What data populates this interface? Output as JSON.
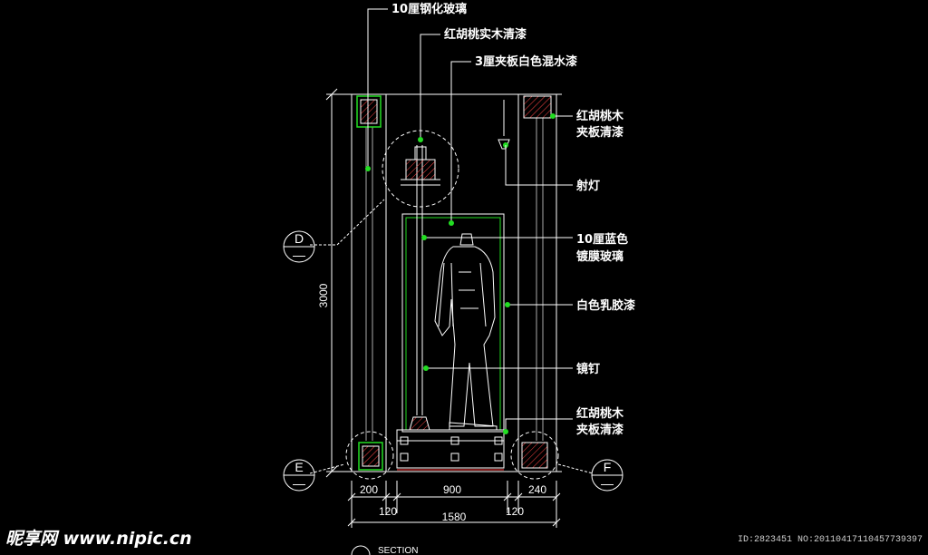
{
  "annotations": {
    "tempered_glass": "10厘钢化玻璃",
    "walnut_solid_wood": "红胡桃实木清漆",
    "plywood_white_paint": "3厘夹板白色混水漆",
    "walnut_plywood_top_l1": "红胡桃木",
    "walnut_plywood_top_l2": "夹板清漆",
    "spotlight": "射灯",
    "blue_glass_l1": "10厘蓝色",
    "blue_glass_l2": "镀膜玻璃",
    "white_latex": "白色乳胶漆",
    "mirror_nail": "镜钉",
    "walnut_plywood_bottom_l1": "红胡桃木",
    "walnut_plywood_bottom_l2": "夹板清漆"
  },
  "dimensions": {
    "height": "3000",
    "left_pillar": "200",
    "center": "900",
    "right_pillar": "240",
    "left_gap": "120",
    "right_gap": "120",
    "total": "1580"
  },
  "section_markers": {
    "d_letter": "D",
    "d_sub": "—",
    "e_letter": "E",
    "e_sub": "—",
    "f_letter": "F",
    "f_sub": "—"
  },
  "footer": {
    "watermark": "昵享网 www.nipic.cn",
    "image_id": "ID:2823451 NO:20110417110457739397",
    "section_title": "SECTION"
  },
  "colors": {
    "background": "#000000",
    "lines": "#ffffff",
    "accent": "#22dd22",
    "hatch": "#ff3333"
  }
}
